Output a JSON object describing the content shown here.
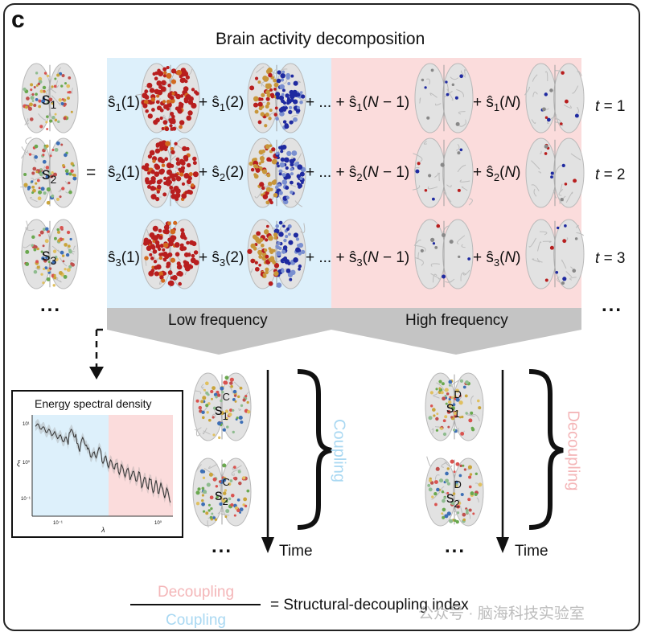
{
  "panel_label": "c",
  "title": "Brain activity decomposition",
  "rows": [
    {
      "signal": "s",
      "sub": "1",
      "t_label": "t",
      "t_value": "= 1",
      "terms": [
        "ŝ",
        "1",
        "(1)",
        "+ ŝ",
        "1",
        "(2)",
        "+ ... + ŝ",
        "1",
        "(N − 1)",
        "+ ŝ",
        "1",
        "(N)"
      ]
    },
    {
      "signal": "s",
      "sub": "2",
      "t_label": "t",
      "t_value": "= 2"
    },
    {
      "signal": "s",
      "sub": "3",
      "t_label": "t",
      "t_value": "= 3"
    }
  ],
  "equals": "=",
  "ellipsis": "...",
  "low_frequency": "Low frequency",
  "high_frequency": "High frequency",
  "time_label": "Time",
  "coupling_label": "Coupling",
  "decoupling_label": "Decoupling",
  "coupled_signals": [
    {
      "base": "s",
      "sup": "C",
      "sub": "1"
    },
    {
      "base": "s",
      "sup": "C",
      "sub": "2"
    }
  ],
  "decoupled_signals": [
    {
      "base": "s",
      "sup": "D",
      "sub": "1"
    },
    {
      "base": "s",
      "sup": "D",
      "sub": "2"
    }
  ],
  "inset": {
    "title": "Energy spectral density",
    "ylabel": "ξ",
    "xlabel": "λ",
    "ytick_top": "10¹",
    "ytick_mid": "10⁰",
    "ytick_bot": "10⁻¹",
    "xtick_left": "10⁻¹",
    "xtick_right": "10⁰"
  },
  "index": {
    "numerator": "Decoupling",
    "denominator": "Coupling",
    "equals_text": "= Structural-decoupling index"
  },
  "watermark": "公众号 · 脑海科技实验室",
  "colors": {
    "low_bg": "#ddf0fb",
    "high_bg": "#fbdcdc",
    "coupling": "#a9d8f2",
    "decoupling": "#f4b6b8",
    "funnel": "#c4c4c4",
    "red_node": "#b81e1e",
    "blue_node": "#1f2aa0"
  }
}
